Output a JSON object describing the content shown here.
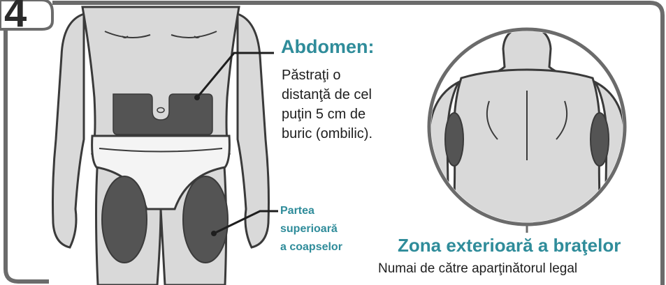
{
  "step": {
    "number": "4"
  },
  "abdomen": {
    "title": "Abdomen:",
    "instruction": "Păstraţi o\ndistanţă de cel\npuţin 5 cm de\nburic (ombilic)."
  },
  "thighs": {
    "label": "Partea\nsuperioară\na coapselor"
  },
  "arms": {
    "title": "Zona exterioară a braţelor",
    "note": "Numai de către aparţinătorul legal"
  },
  "colors": {
    "accent": "#2f8c9a",
    "injection_zone": "#545454",
    "body_fill": "#d9d9d9",
    "outline": "#3a3a3a",
    "frame": "#6b6b6b"
  }
}
